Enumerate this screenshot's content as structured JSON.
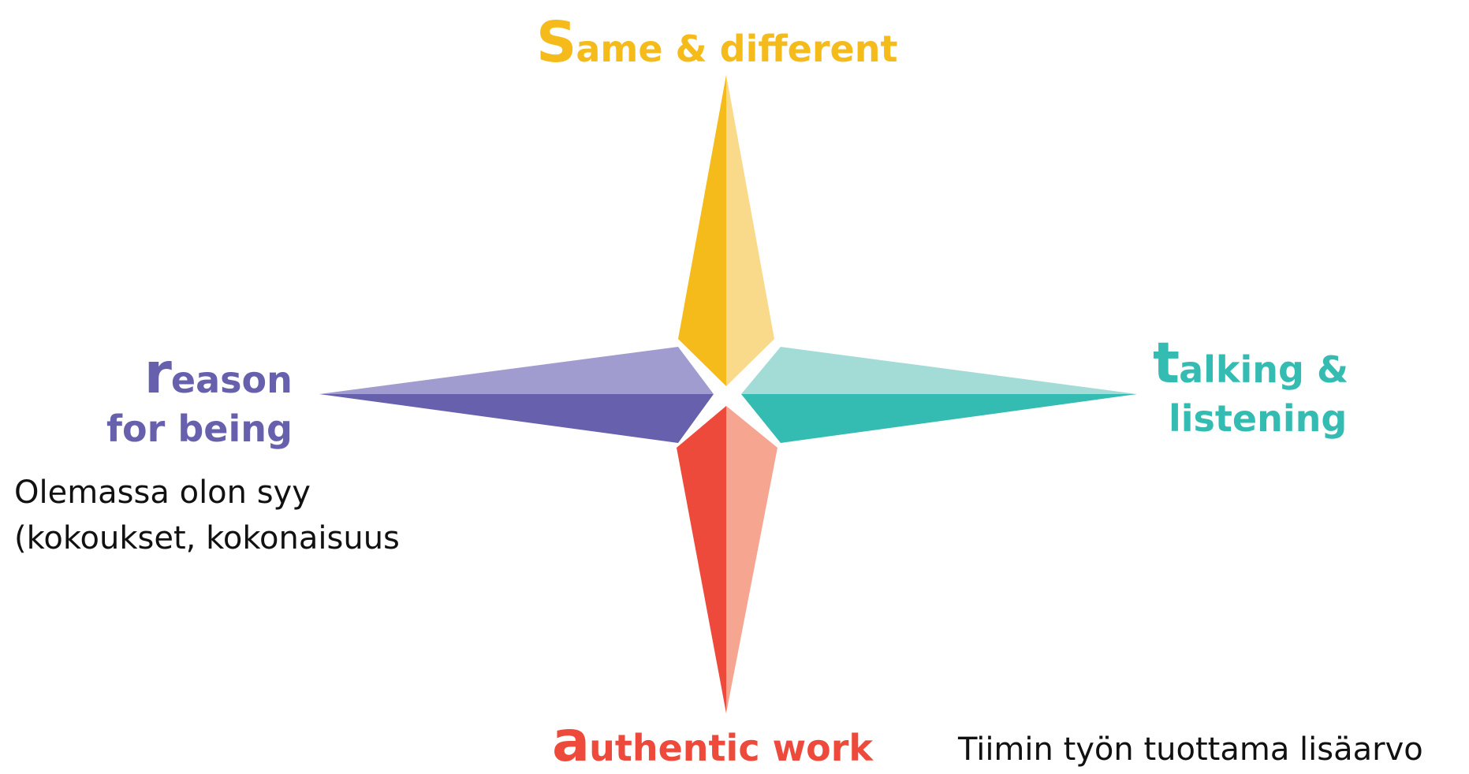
{
  "diagram": {
    "labels": {
      "top": {
        "initial": "S",
        "rest": "ame & different"
      },
      "left": {
        "initial": "r",
        "line1_rest": "eason",
        "line2": "for being"
      },
      "right": {
        "initial": "t",
        "line1_rest": "alking &",
        "line2": "listening"
      },
      "bottom": {
        "initial": "a",
        "rest": "uthentic work"
      }
    },
    "notes": {
      "left_line1": "Olemassa olon syy",
      "left_line2": "(kokoukset, kokonaisuus",
      "bottom_right": "Tiimin työn tuottama lisäarvo"
    },
    "colors": {
      "top_dark": "#f5bb1b",
      "top_light": "#f9d98a",
      "left_dark": "#6660ad",
      "left_light": "#a19ccf",
      "right_dark": "#34bcb2",
      "right_light": "#a3dcd6",
      "bottom_dark": "#ee4a3c",
      "bottom_light": "#f6a590"
    }
  }
}
